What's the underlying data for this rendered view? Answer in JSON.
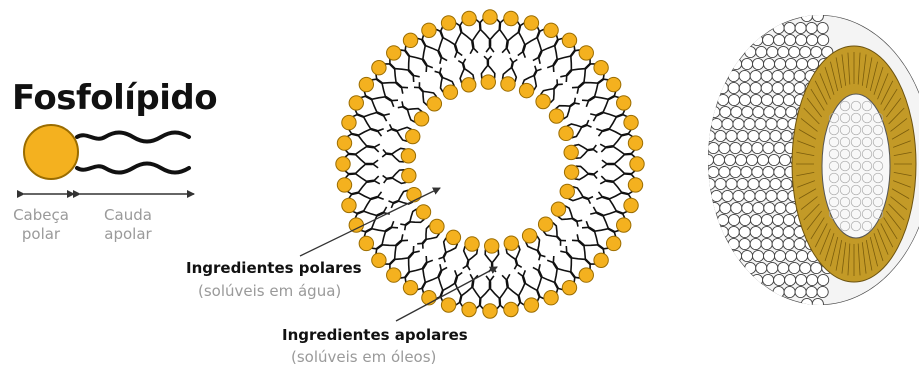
{
  "title": "Fosfolípido",
  "head_label": [
    "Cabeça",
    "polar"
  ],
  "tail_label": [
    "Cauda",
    "apolar"
  ],
  "polar_ingredients": {
    "title": "Ingredientes polares",
    "subtitle": "(solúveis em água)"
  },
  "apolar_ingredients": {
    "title": "Ingredientes apolares",
    "subtitle": "(solúveis em óleos)"
  },
  "colors": {
    "head_fill": "#f4b11f",
    "head_stroke": "#9a6c00",
    "tail": "#111111",
    "label_gray": "#9a9a9a",
    "cutaway_gold": "#c39a27"
  }
}
